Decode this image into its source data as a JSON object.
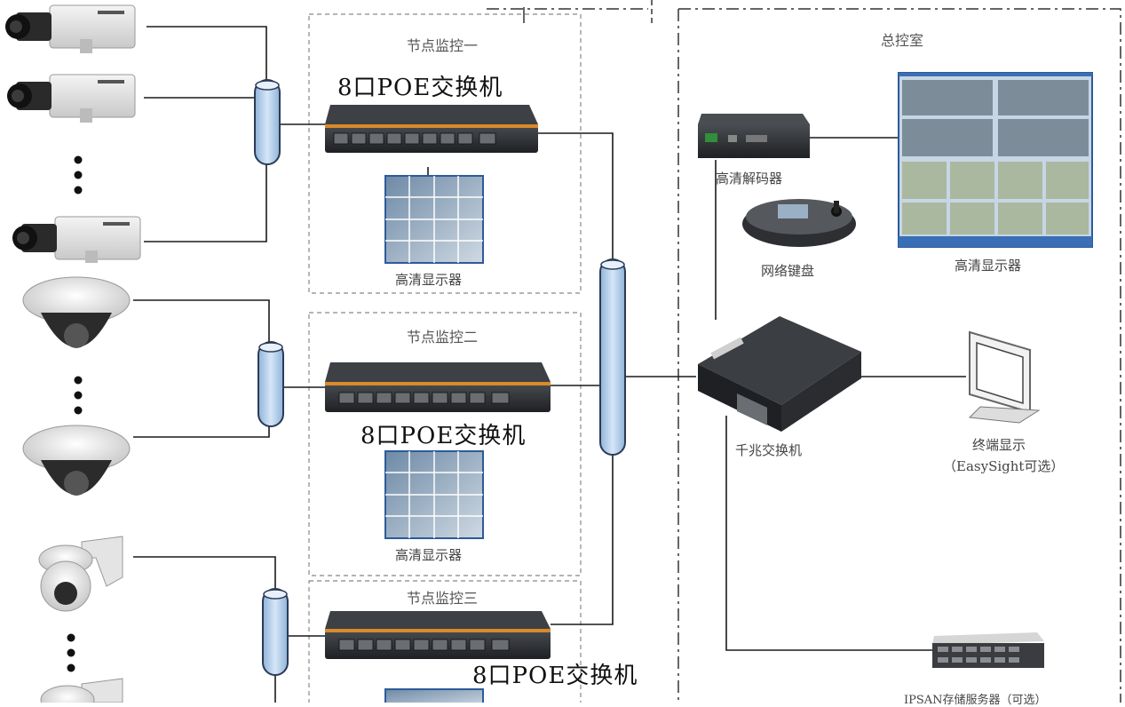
{
  "nodes": [
    {
      "title": "节点监控一",
      "switch_label": "8口POE交换机",
      "monitor_label": "高清显示器"
    },
    {
      "title": "节点监控二",
      "switch_label": "8口POE交换机",
      "monitor_label": "高清显示器"
    },
    {
      "title": "节点监控三",
      "switch_label": "8口POE交换机"
    }
  ],
  "control_room": {
    "title": "总控室",
    "decoder_label": "高清解码器",
    "keyboard_label": "网络键盘",
    "display_label": "高清显示器",
    "gigabit_switch_label": "千兆交换机",
    "terminal_label": "终端显示",
    "terminal_note": "（EasySight可选）",
    "storage_label": "IPSAN存储服务器（可选）"
  },
  "colors": {
    "line": "#1a1a1a",
    "tube": "#b9d3ee",
    "tube_stroke": "#2b3a55",
    "switch_body": "#2d2f33",
    "switch_accent": "#d98a2a",
    "dash": "#888888"
  }
}
